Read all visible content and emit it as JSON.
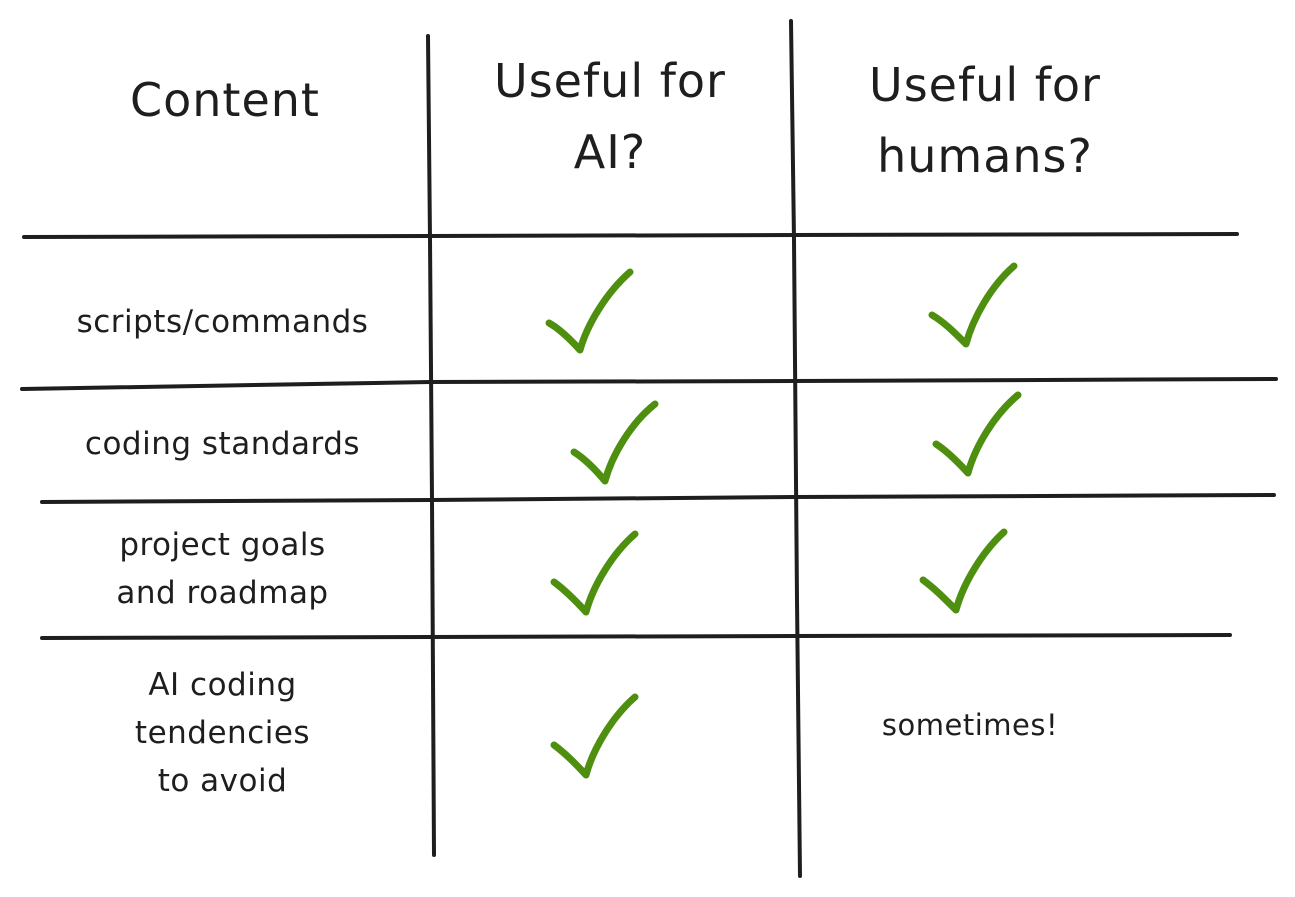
{
  "table": {
    "headers": [
      "Content",
      "Useful for\nAI?",
      "Useful for\nhumans?"
    ],
    "rows": [
      {
        "label": "scripts/commands",
        "ai": "check",
        "humans": "check"
      },
      {
        "label": "coding standards",
        "ai": "check",
        "humans": "check"
      },
      {
        "label": "project goals\nand roadmap",
        "ai": "check",
        "humans": "check"
      },
      {
        "label": "AI coding\ntendencies\nto avoid",
        "ai": "check",
        "humans": "sometimes!"
      }
    ]
  },
  "icons": {
    "check": "checkmark-icon"
  },
  "colors": {
    "line": "#1e1e1e",
    "text": "#1e1e1e",
    "check": "#4f8f10"
  }
}
